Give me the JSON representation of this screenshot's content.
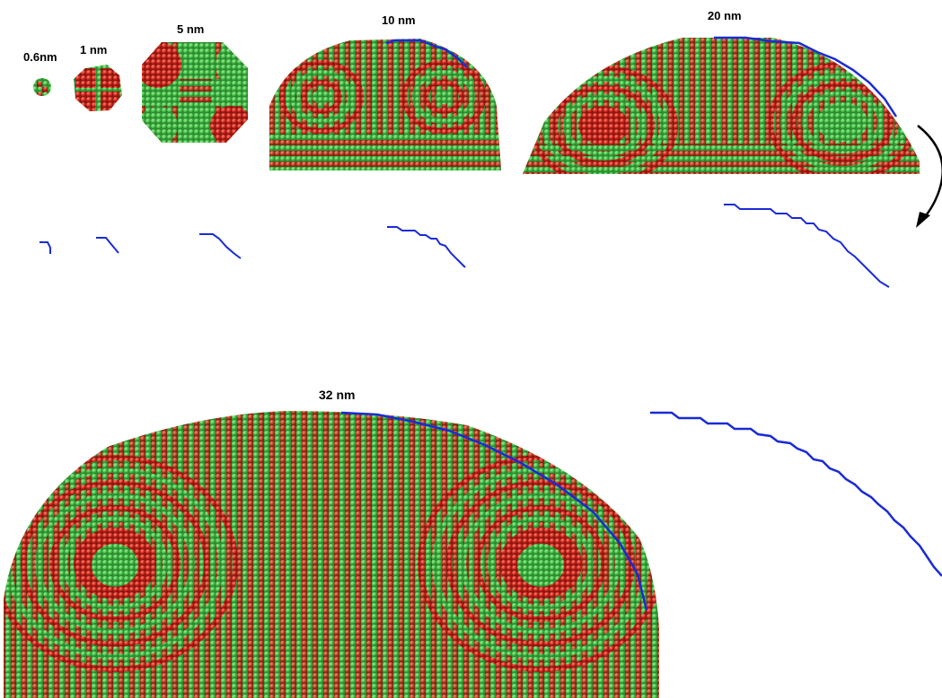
{
  "labels": {
    "s06": "0.6nm",
    "s1": "1 nm",
    "s5": "5 nm",
    "s10": "10 nm",
    "s20": "20 nm",
    "s32": "32 nm"
  },
  "colors": {
    "atom_a": "#49c04a",
    "atom_a_dark": "#2f8f33",
    "atom_b": "#d42a1e",
    "atom_b_dark": "#8f1710",
    "edge": "#1a2bd6",
    "arrow": "#000000",
    "background": "#ffffff"
  }
}
